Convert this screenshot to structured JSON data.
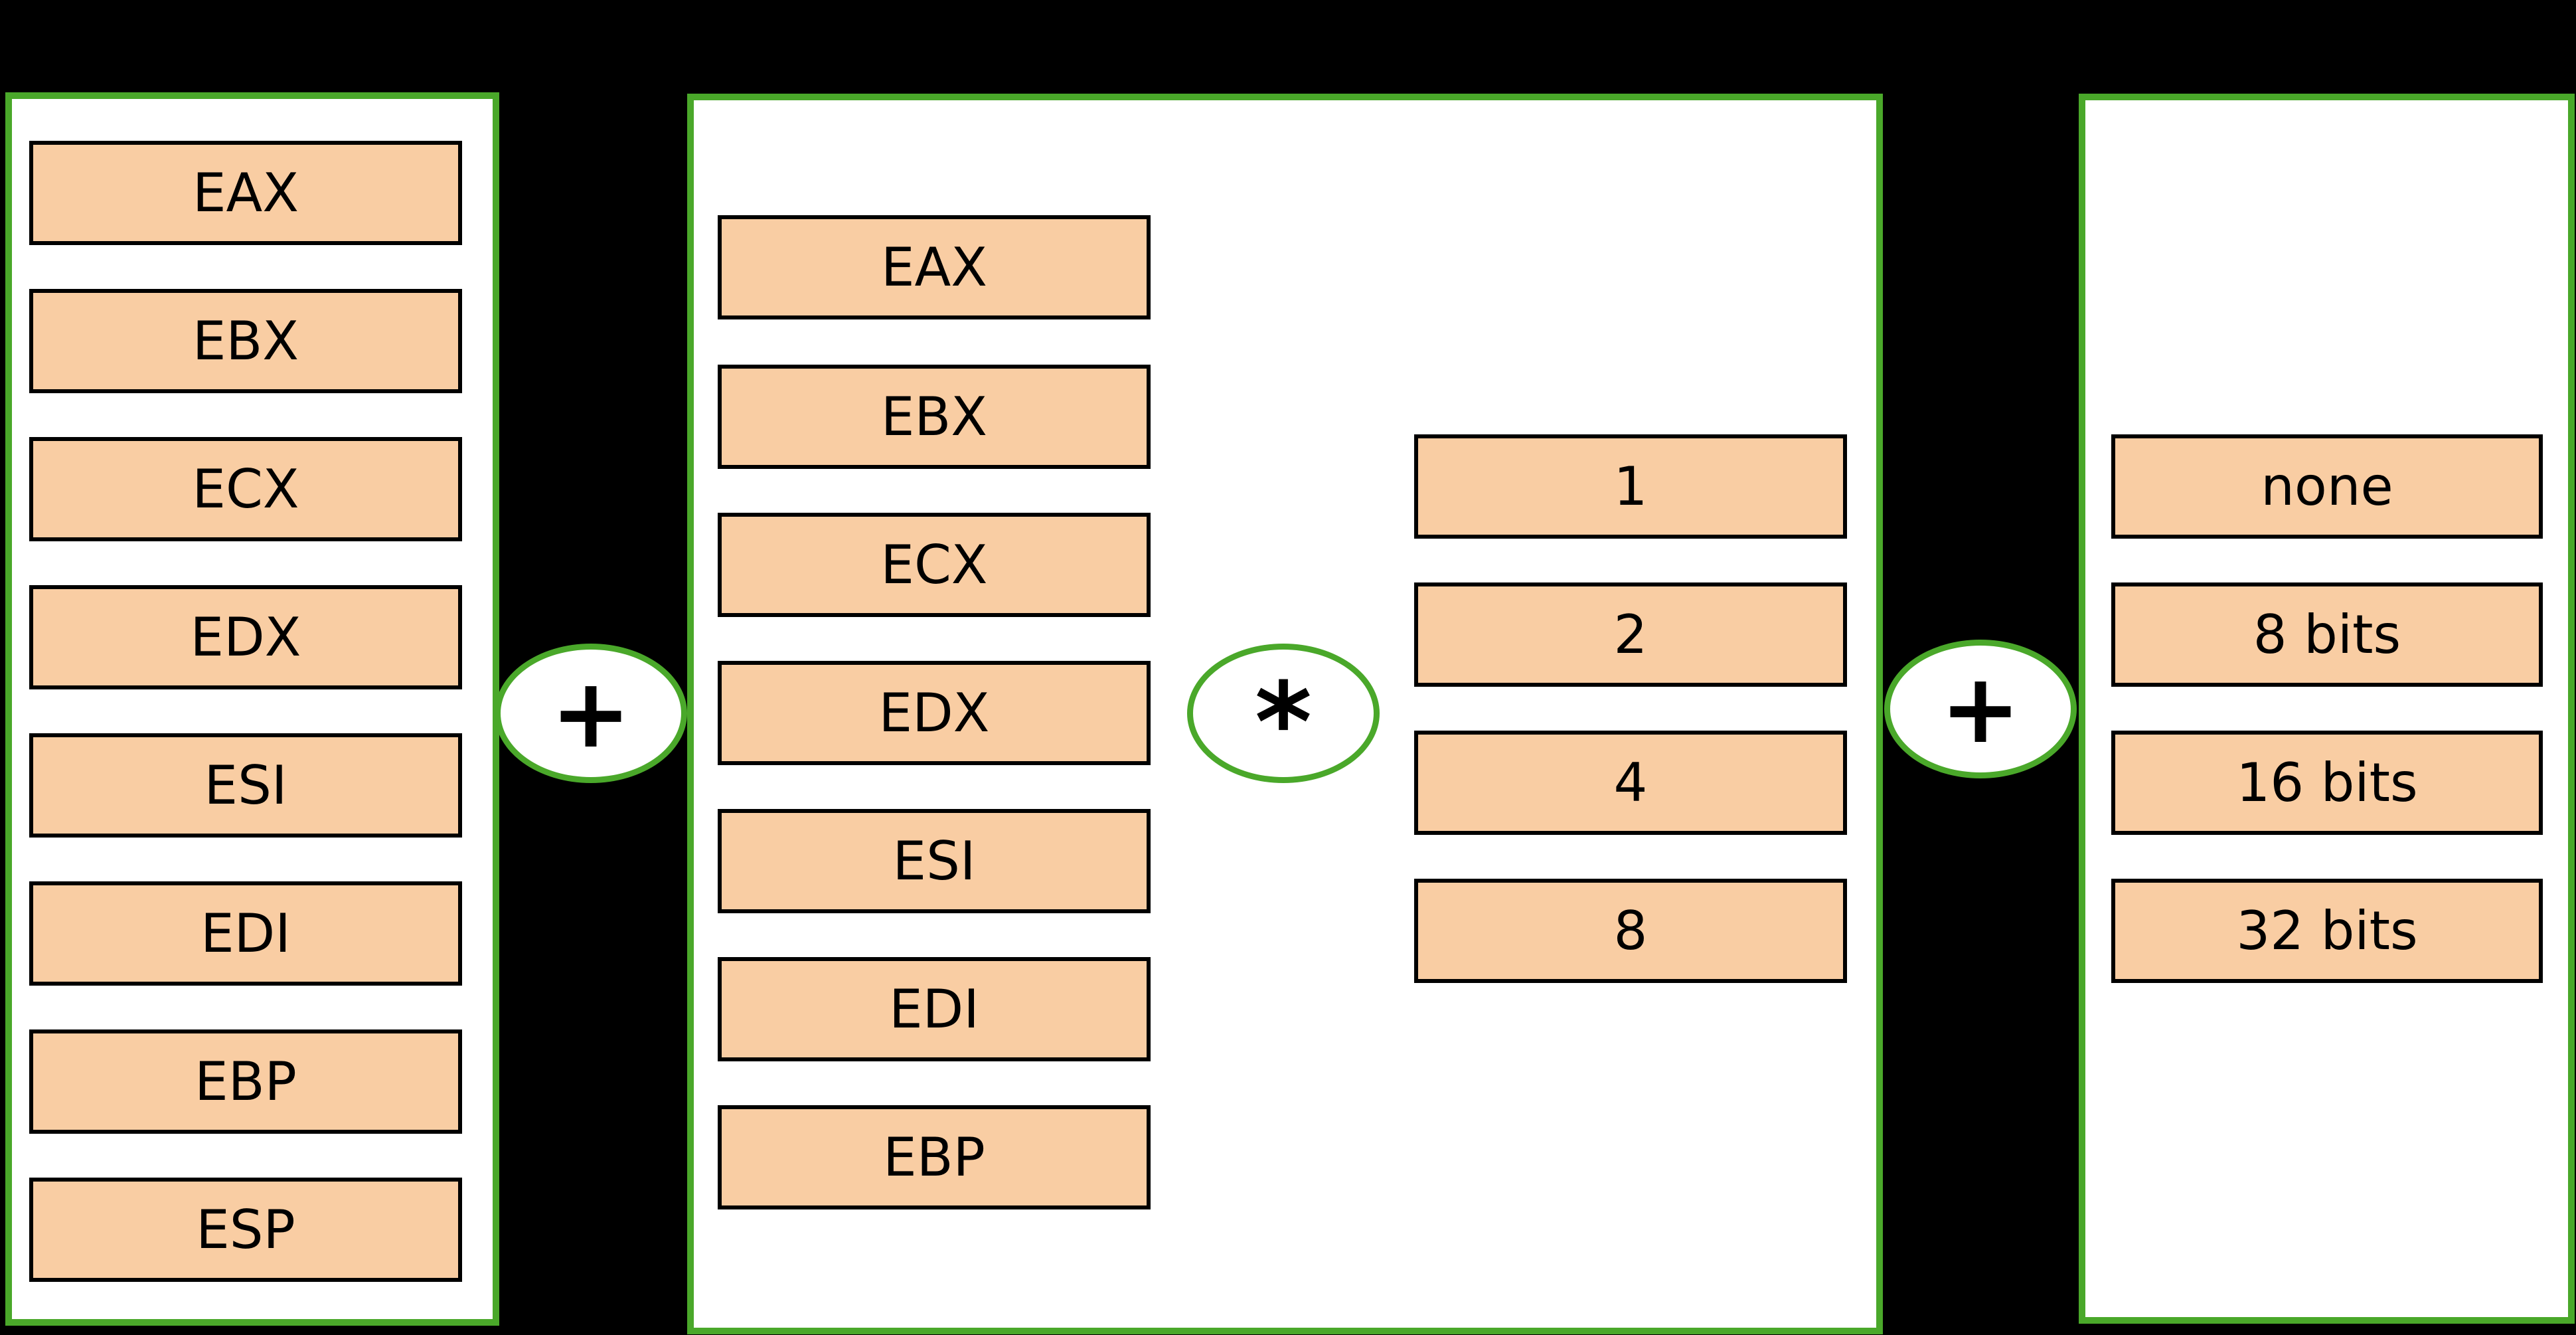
{
  "colors": {
    "background": "#000000",
    "panel_border": "#4aa82a",
    "panel_fill": "#ffffff",
    "box_fill": "#f9cda3",
    "box_border": "#000000",
    "text": "#000000"
  },
  "operators": {
    "base_index": "+",
    "index_scale": "*",
    "scale_displacement": "+"
  },
  "base_registers": {
    "items": [
      "EAX",
      "EBX",
      "ECX",
      "EDX",
      "ESI",
      "EDI",
      "EBP",
      "ESP"
    ]
  },
  "index_registers": {
    "items": [
      "EAX",
      "EBX",
      "ECX",
      "EDX",
      "ESI",
      "EDI",
      "EBP"
    ]
  },
  "scale_factors": {
    "items": [
      "1",
      "2",
      "4",
      "8"
    ]
  },
  "displacements": {
    "items": [
      "none",
      "8 bits",
      "16 bits",
      "32 bits"
    ]
  }
}
